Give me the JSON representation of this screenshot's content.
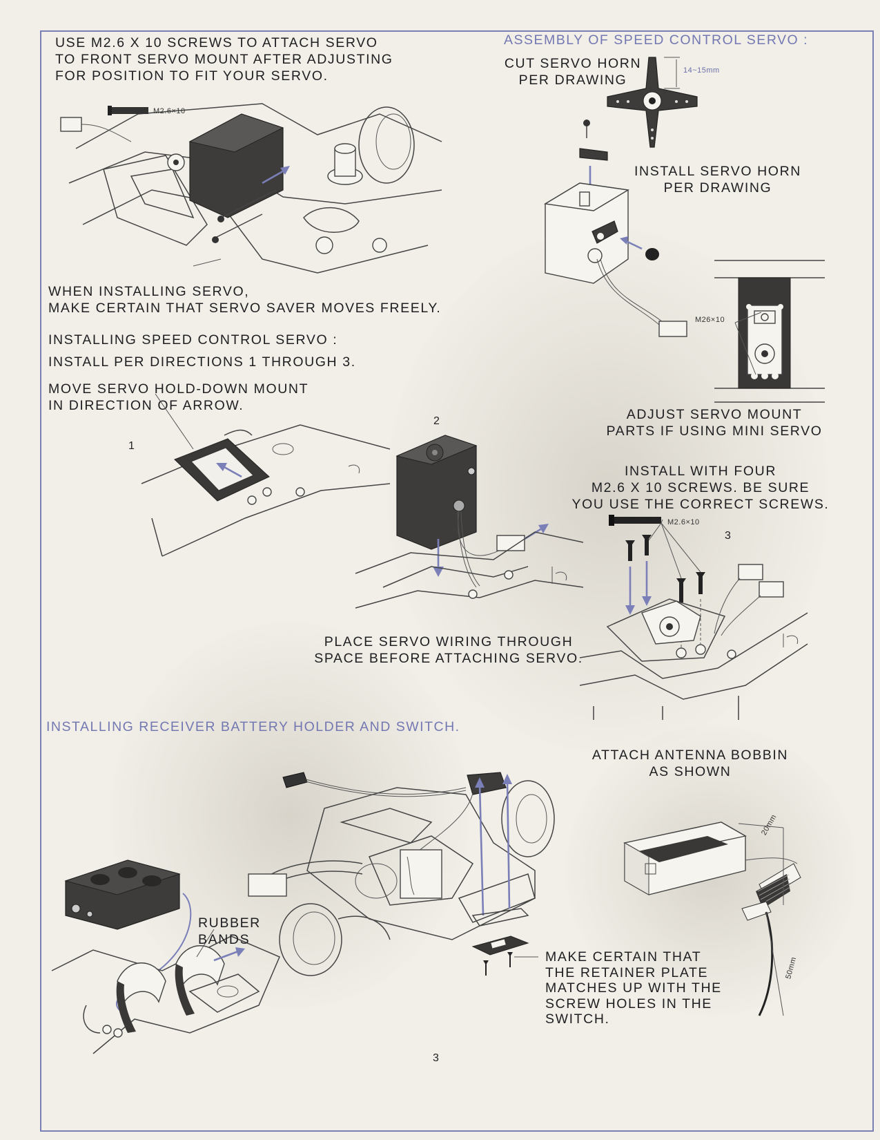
{
  "top_left": {
    "instruction": "USE M2.6 X 10 SCREWS TO ATTACH SERVO\nTO FRONT SERVO MOUNT AFTER ADJUSTING\nFOR POSITION TO FIT YOUR SERVO.",
    "screw_label": "M2.6×10",
    "caution": "WHEN INSTALLING SERVO,\nMAKE CERTAIN THAT SERVO SAVER MOVES FREELY."
  },
  "speed_control_assembly": {
    "heading": "ASSEMBLY OF SPEED CONTROL SERVO :",
    "cut_horn": "CUT SERVO HORN\nPER DRAWING",
    "horn_dimension": "14~15mm",
    "install_horn": "INSTALL SERVO HORN\nPER DRAWING",
    "mount_screw_label": "M26×10",
    "adjust_mount": "ADJUST SERVO MOUNT\nPARTS IF USING MINI SERVO"
  },
  "installing_speed_control": {
    "heading": "INSTALLING SPEED CONTROL SERVO :",
    "directions": "INSTALL PER DIRECTIONS 1 THROUGH 3.",
    "step1_text": "MOVE SERVO HOLD-DOWN MOUNT\nIN DIRECTION OF ARROW.",
    "step1_number": "1",
    "step2_number": "2",
    "step3_number": "3",
    "step3_text": "INSTALL WITH FOUR\nM2.6 X 10 SCREWS.  BE SURE\nYOU USE THE CORRECT SCREWS.",
    "step3_screw_label": "M2.6×10",
    "wiring_note": "PLACE SERVO WIRING THROUGH\nSPACE BEFORE ATTACHING SERVO."
  },
  "battery_section": {
    "heading": "INSTALLING RECEIVER BATTERY HOLDER AND SWITCH.",
    "antenna": "ATTACH ANTENNA BOBBIN\nAS SHOWN",
    "antenna_dim_1": "20mm",
    "antenna_dim_2": "50mm",
    "rubber_bands": "RUBBER\nBANDS",
    "retainer": "MAKE CERTAIN THAT\nTHE RETAINER PLATE\nMATCHES UP WITH THE\nSCREW HOLES IN THE\nSWITCH."
  },
  "page_number": "3",
  "colors": {
    "paper": "#f1efe8",
    "ink": "#1f1f22",
    "accent_blue": "#7377b2"
  }
}
